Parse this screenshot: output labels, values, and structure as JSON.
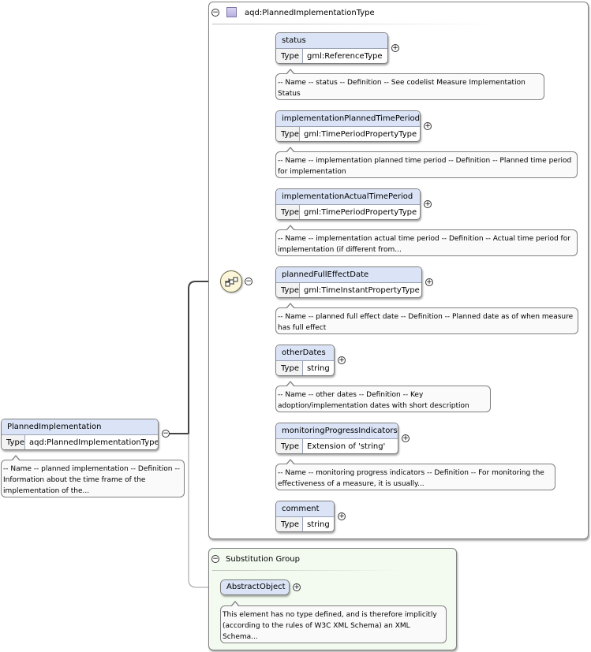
{
  "colors": {
    "element_header": "#dbe4f6",
    "note_background": "#fafafa",
    "substitution_background": "#f3fbf0",
    "compositor_fill": "#fbf6d9",
    "connector": "#555555"
  },
  "root": {
    "name": "PlannedImplementation",
    "type_label": "Type",
    "type_value": "aqd:PlannedImplementationType",
    "note": "-- Name -- planned implementation -- Definition -- Information about the time frame of the implementation of the..."
  },
  "complex_type": {
    "icon": "complex-type-icon",
    "title": "aqd:PlannedImplementationType",
    "compositor_icon": "sequence-icon"
  },
  "elements": [
    {
      "name": "status",
      "type_label": "Type",
      "type_value": "gml:ReferenceType",
      "note": "-- Name -- status -- Definition -- See codelist Measure Implementation Status"
    },
    {
      "name": "implementationPlannedTimePeriod",
      "type_label": "Type",
      "type_value": "gml:TimePeriodPropertyType",
      "note": "-- Name -- implementation planned time period -- Definition -- Planned time period for implementation"
    },
    {
      "name": "implementationActualTimePeriod",
      "type_label": "Type",
      "type_value": "gml:TimePeriodPropertyType",
      "note": "-- Name -- implementation actual time period -- Definition -- Actual time period for implementation (if different from..."
    },
    {
      "name": "plannedFullEffectDate",
      "type_label": "Type",
      "type_value": "gml:TimeInstantPropertyType",
      "note": "-- Name -- planned full effect date -- Definition -- Planned date as of when measure has full effect"
    },
    {
      "name": "otherDates",
      "type_label": "Type",
      "type_value": "string",
      "note": "-- Name -- other dates -- Definition -- Key adoption/implementation dates with short description"
    },
    {
      "name": "monitoringProgressIndicators",
      "type_label": "Type",
      "type_value": "Extension of 'string'",
      "note": "-- Name -- monitoring progress indicators -- Definition -- For monitoring the effectiveness of a measure, it is usually..."
    },
    {
      "name": "comment",
      "type_label": "Type",
      "type_value": "string",
      "note": ""
    }
  ],
  "substitution_group": {
    "title": "Substitution Group",
    "element": "AbstractObject",
    "note": "This element has no type defined, and is therefore implicitly (according to the rules of W3C XML Schema) an XML Schema..."
  },
  "toggles": {
    "collapse": "−",
    "expand": "+"
  }
}
